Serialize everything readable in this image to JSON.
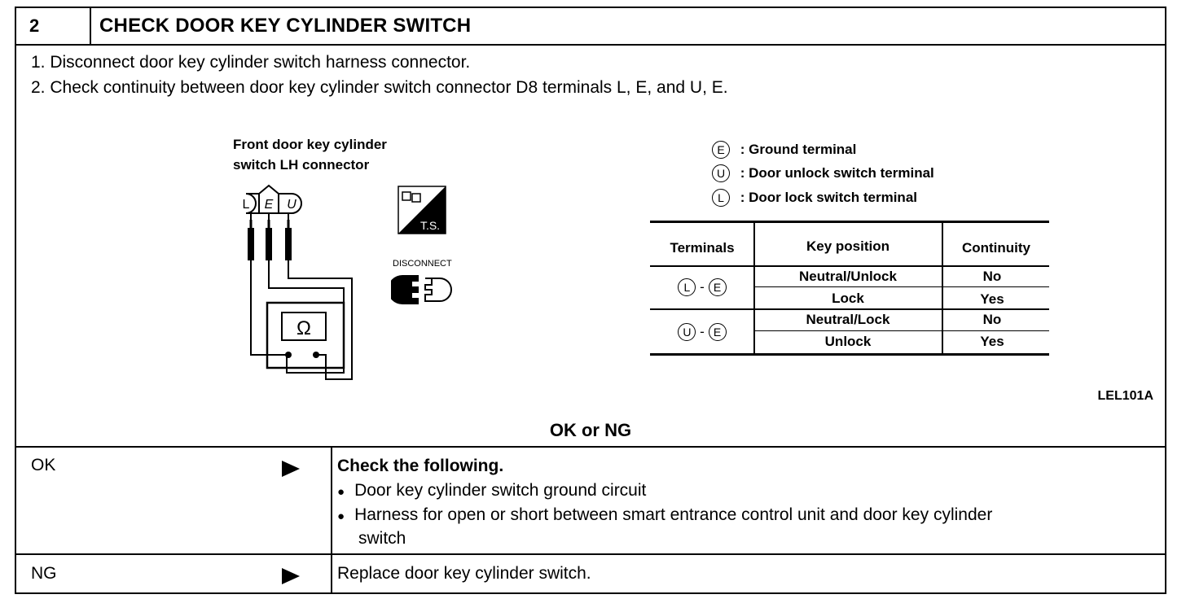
{
  "header": {
    "step_number": "2",
    "title": "CHECK DOOR KEY CYLINDER SWITCH"
  },
  "steps": [
    "1. Disconnect door key cylinder switch harness connector.",
    "2. Check continuity between door key cylinder switch connector D8 terminals L, E, and U, E."
  ],
  "diagram": {
    "connector_label_line1": "Front door key cylinder",
    "connector_label_line2": "switch LH connector",
    "terminals": [
      "L",
      "E",
      "U"
    ],
    "meter_symbol": "Ω",
    "ts_label": "T.S.",
    "disconnect_label": "DISCONNECT",
    "figure_code": "LEL101A"
  },
  "legend": [
    {
      "symbol": "E",
      "text": ": Ground terminal"
    },
    {
      "symbol": "U",
      "text": ": Door unlock switch terminal"
    },
    {
      "symbol": "L",
      "text": ": Door lock switch terminal"
    }
  ],
  "continuity_table": {
    "headers": [
      "Terminals",
      "Key position",
      "Continuity"
    ],
    "groups": [
      {
        "terminals": [
          "L",
          "E"
        ],
        "rows": [
          {
            "position": "Neutral/Unlock",
            "continuity": "No"
          },
          {
            "position": "Lock",
            "continuity": "Yes"
          }
        ]
      },
      {
        "terminals": [
          "U",
          "E"
        ],
        "rows": [
          {
            "position": "Neutral/Lock",
            "continuity": "No"
          },
          {
            "position": "Unlock",
            "continuity": "Yes"
          }
        ]
      }
    ]
  },
  "result": {
    "heading": "OK or NG",
    "ok": {
      "label": "OK",
      "action_title": "Check the following.",
      "items": [
        "Door key cylinder switch ground circuit",
        "Harness for open or short between smart entrance control unit and door key cylinder",
        "switch"
      ]
    },
    "ng": {
      "label": "NG",
      "action": "Replace door key cylinder switch."
    }
  },
  "symbols": {
    "bullet": "●",
    "dash": "-"
  }
}
